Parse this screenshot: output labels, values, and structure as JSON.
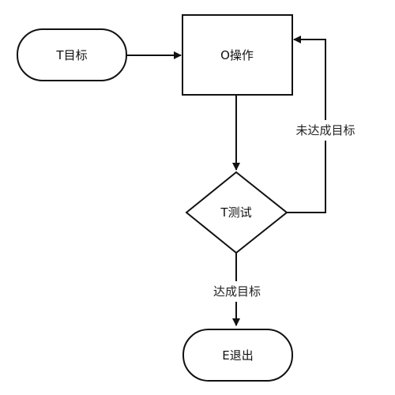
{
  "nodes": {
    "target": {
      "label": "T目标"
    },
    "operate": {
      "label": "O操作"
    },
    "test": {
      "label": "T测试"
    },
    "exit": {
      "label": "E退出"
    }
  },
  "edges": {
    "not_reached": {
      "label": "未达成目标"
    },
    "reached": {
      "label": "达成目标"
    }
  },
  "colors": {
    "stroke": "#111111",
    "background": "#ffffff"
  }
}
